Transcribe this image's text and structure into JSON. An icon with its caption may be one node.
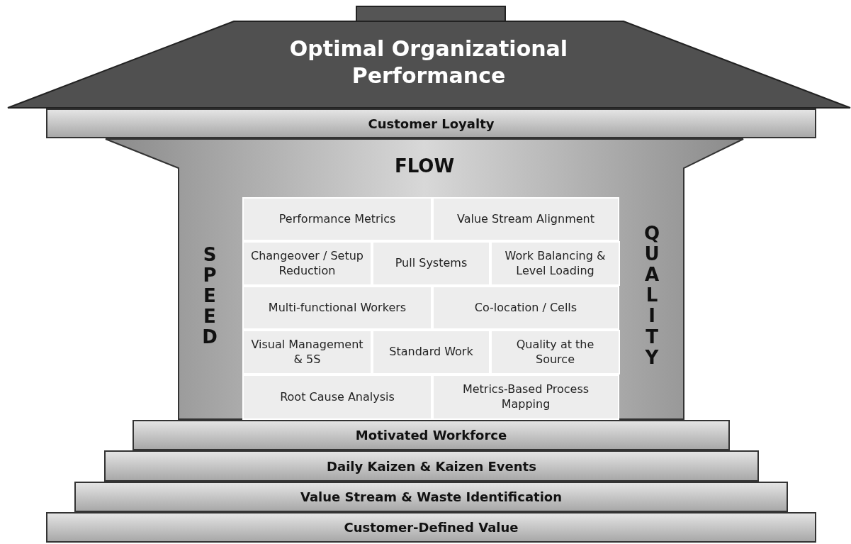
{
  "diagram": {
    "nodes": [
      {
        "text": [
          "Optimal Organizational Performance"
        ]
      },
      {
        "text": [
          "Customer Loyalty"
        ]
      },
      {
        "text": [
          "FLOW",
          "SPEED",
          "QUALITY"
        ]
      },
      {
        "text": [
          "Performance Metrics"
        ],
        "in": 2
      },
      {
        "text": [
          "Value Stream Alignment"
        ],
        "in": 2
      },
      {
        "text": [
          "Changeover / Setup Reduction"
        ],
        "in": 2
      },
      {
        "text": [
          "Pull Systems"
        ],
        "in": 2
      },
      {
        "text": [
          "Work Balancing & Level Loading"
        ],
        "in": 2
      },
      {
        "text": [
          "Multi-functional Workers"
        ],
        "in": 2
      },
      {
        "text": [
          "Co-location / Cells"
        ],
        "in": 2
      },
      {
        "text": [
          "Visual Management & 5S"
        ],
        "in": 2
      },
      {
        "text": [
          "Standard Work"
        ],
        "in": 2
      },
      {
        "text": [
          "Quality at the Source"
        ],
        "in": 2
      },
      {
        "text": [
          "Root Cause Analysis"
        ],
        "in": 2
      },
      {
        "text": [
          "Metrics-Based Process Mapping"
        ],
        "in": 2
      },
      {
        "text": [
          "Motivated Workforce"
        ]
      },
      {
        "text": [
          "Daily Kaizen & Kaizen Events"
        ]
      },
      {
        "text": [
          "Value Stream & Waste Identification"
        ]
      },
      {
        "text": [
          "Customer-Defined Value"
        ]
      }
    ]
  }
}
